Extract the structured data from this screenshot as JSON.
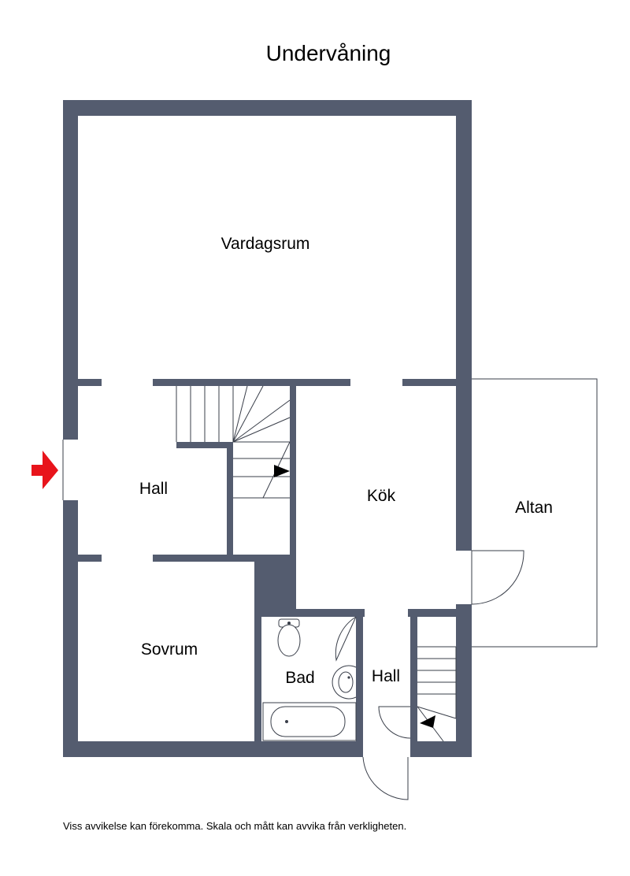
{
  "title": "Undervåning",
  "rooms": {
    "vardagsrum": "Vardagsrum",
    "hall_upper": "Hall",
    "kok": "Kök",
    "altan": "Altan",
    "sovrum": "Sovrum",
    "bad": "Bad",
    "hall_lower": "Hall"
  },
  "disclaimer": "Viss avvikelse kan förekomma. Skala och mått kan avvika från verkligheten.",
  "colors": {
    "wall": "#545c6f",
    "entrance_arrow": "#e8141b",
    "stair_arrow": "#000000"
  },
  "icons": {
    "entrance": "entrance-arrow-icon",
    "stair_direction": "stair-arrow-icon",
    "toilet": "toilet-icon",
    "sink": "sink-icon",
    "bathtub": "bathtub-icon"
  }
}
